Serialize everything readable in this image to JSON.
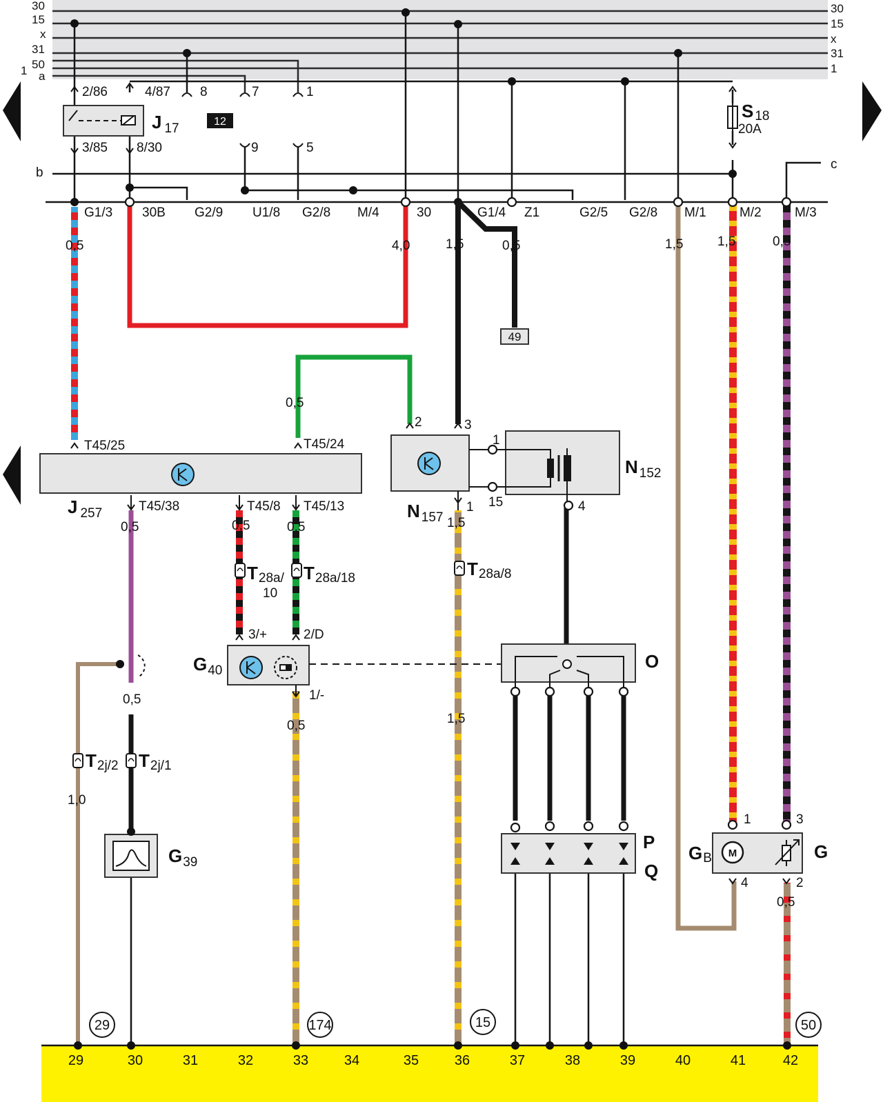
{
  "bus_labels": {
    "left": [
      "30",
      "15",
      "x",
      "31",
      "50",
      "a"
    ],
    "right": [
      "30",
      "15",
      "x",
      "31",
      "1"
    ],
    "left_extra": "1"
  },
  "rail_b": "b",
  "wire_c": "c",
  "relay": {
    "name": "J",
    "sub": "17",
    "pins": [
      "2/86",
      "4/87",
      "3/85",
      "8/30"
    ]
  },
  "relay_slot": "12",
  "fuse_box_connectors": [
    "8",
    "7",
    "1",
    "9",
    "5"
  ],
  "fuse": {
    "name": "S",
    "sub": "18",
    "rating": "20A"
  },
  "bottom_rail_connectors": [
    "G1/3",
    "30B",
    "G2/9",
    "U1/8",
    "G2/8",
    "M/4",
    "30",
    "G1/4",
    "Z1",
    "G2/5",
    "G2/8",
    "M/1",
    "M/2",
    "M/3"
  ],
  "wire_sizes": {
    "g13": "0,5",
    "p30": "4,0",
    "g14": "1,5",
    "z1": "0,5",
    "m1": "1,5",
    "m2": "1,5",
    "m3": "0,5",
    "green": "0,5",
    "t4538": "0,5",
    "t458": "0,5",
    "t4513": "0,5",
    "n157_1": "1,5",
    "g39_top": "0,5",
    "g40_1": "0,5",
    "n157_lower": "1,5",
    "t2j2": "1,0",
    "g2": "0,5"
  },
  "ref_49": "49",
  "ecu": {
    "name": "J",
    "sub": "257",
    "pins": [
      "T45/25",
      "T45/24",
      "T45/38",
      "T45/8",
      "T45/13"
    ]
  },
  "valve": {
    "name": "N",
    "sub": "157",
    "pins": [
      "2",
      "3",
      "1"
    ]
  },
  "coil": {
    "name": "N",
    "sub": "152",
    "pins": [
      "1",
      "15",
      "4"
    ]
  },
  "connectors": {
    "t28a10": {
      "name": "T",
      "sub": "28a/",
      "line2": "10"
    },
    "t28a18": {
      "name": "T",
      "sub": "28a/18"
    },
    "t28a8": {
      "name": "T",
      "sub": "28a/8"
    },
    "t2j2": {
      "name": "T",
      "sub": "2j/2"
    },
    "t2j1": {
      "name": "T",
      "sub": "2j/1"
    }
  },
  "sensor_g40": {
    "name": "G",
    "sub": "40",
    "pins": [
      "3/+",
      "2/D",
      "1/-"
    ]
  },
  "sensor_g39": {
    "name": "G",
    "sub": "39"
  },
  "distributor": {
    "name": "O"
  },
  "plugs": {
    "p": "P",
    "q": "Q"
  },
  "gauge": {
    "left_name": "G",
    "left_sub": "B",
    "right_name": "G",
    "motor": "M",
    "pins": [
      "1",
      "3",
      "4",
      "2"
    ]
  },
  "refs": [
    "29",
    "174",
    "15",
    "50"
  ],
  "ground_numbers": [
    "29",
    "30",
    "31",
    "32",
    "33",
    "34",
    "35",
    "36",
    "37",
    "38",
    "39",
    "40",
    "41",
    "42"
  ],
  "colors": {
    "bus_bg": "#e3e3e6",
    "ground_strip": "#fff200",
    "red": "#e31e24",
    "blue": "#3aa6dd",
    "brown": "#a58c70",
    "purple": "#9b4f96",
    "green": "#17a33b",
    "yellow": "#f4c414",
    "component": "#e6e6e6",
    "transistor": "#6ec1ea"
  }
}
